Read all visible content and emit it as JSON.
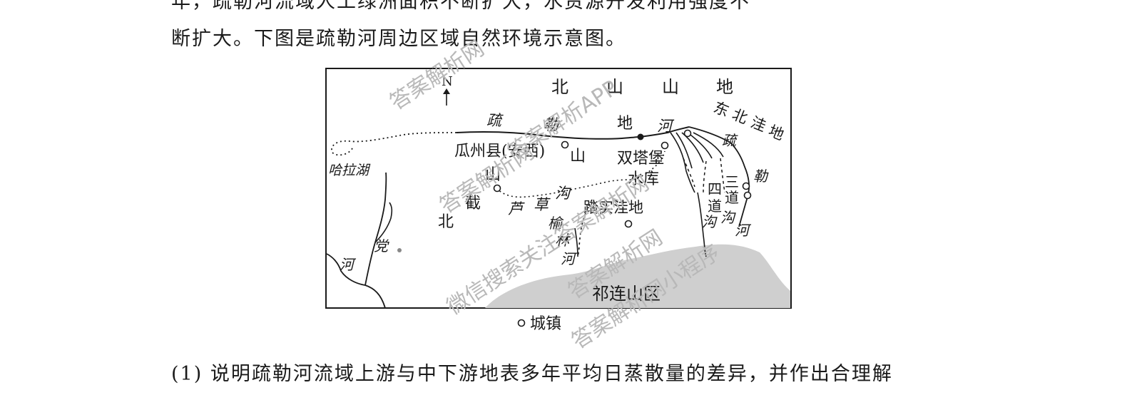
{
  "text": {
    "top_line_cut": "年，疏勒河流域人工绿洲面积不断扩大，水资源开发利用强度不",
    "intro_line": "断扩大。下图是疏勒河周边区域自然环境示意图。",
    "question_line": "(1) 说明疏勒河流域上游与中下游地表多年平均日蒸散量的差异，并作出合理解"
  },
  "map": {
    "north": "N",
    "beishan": [
      "北",
      "山",
      "山",
      "地"
    ],
    "shule_top": [
      "疏",
      "勒",
      "地",
      "河"
    ],
    "dongbei": [
      "东",
      "北",
      "洼",
      "地"
    ],
    "shule_right": [
      "疏",
      "勒"
    ],
    "guazhou": "瓜州县(安西)",
    "shan": "山",
    "shuangta": "双塔堡",
    "shuiku": "水库",
    "hala": "哈拉湖",
    "jieshan": [
      "北",
      "截",
      "山"
    ],
    "lucao": [
      "芦",
      "草",
      "沟"
    ],
    "tashi": "踏实洼地",
    "sidao": [
      "四",
      "道",
      "沟"
    ],
    "sandao": [
      "三",
      "道",
      "沟",
      "河"
    ],
    "yulin": [
      "榆",
      "林",
      "河"
    ],
    "dang": [
      "党",
      "河"
    ],
    "qilian": "祁连山区",
    "legend_town": "城镇"
  },
  "watermarks": [
    "答案解析网",
    "答案解析APP",
    "答案解析网",
    "微信搜索关注答案解析网",
    "答案解析网小程序",
    "答案解析网"
  ]
}
